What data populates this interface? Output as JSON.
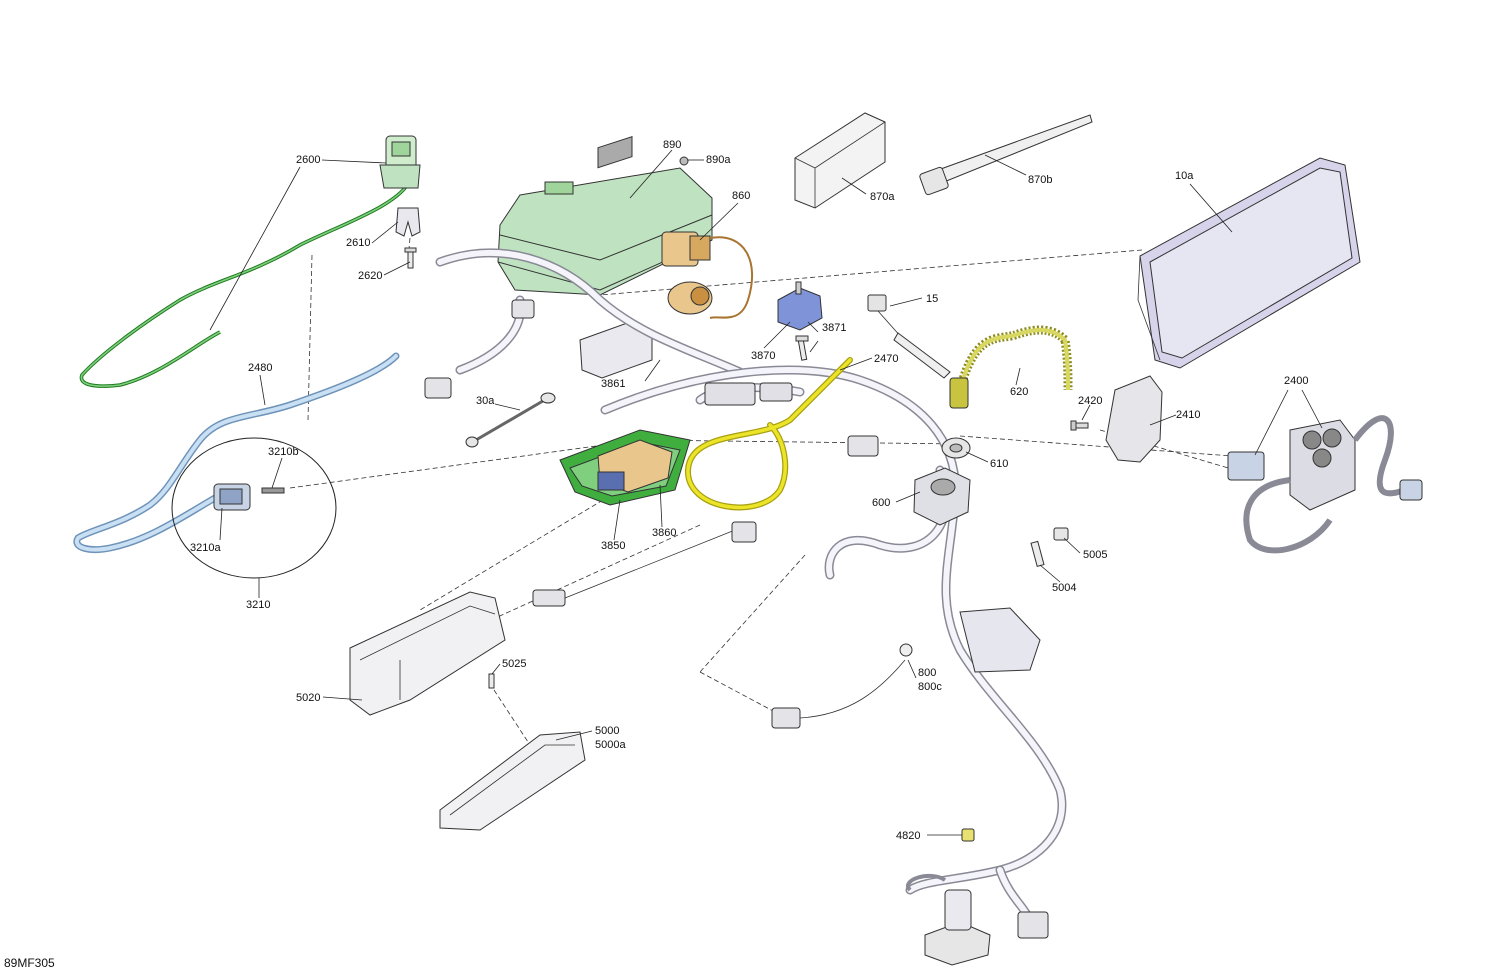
{
  "footer": {
    "code": "89MF305"
  },
  "labels": {
    "l2600": "2600",
    "l2610": "2610",
    "l2620": "2620",
    "l2480": "2480",
    "l3210b": "3210b",
    "l3210a": "3210a",
    "l3210": "3210",
    "l890": "890",
    "l890a": "890a",
    "l860": "860",
    "l870a": "870a",
    "l870b": "870b",
    "l10a": "10a",
    "l15": "15",
    "l3871": "3871",
    "l3870": "3870",
    "l3861": "3861",
    "l2470": "2470",
    "l30a": "30a",
    "l620": "620",
    "l2420": "2420",
    "l2410": "2410",
    "l2400": "2400",
    "l610": "610",
    "l600": "600",
    "l3850": "3850",
    "l3860": "3860",
    "l5005": "5005",
    "l5004": "5004",
    "l5025": "5025",
    "l5020": "5020",
    "l5000": "5000",
    "l5000a": "5000a",
    "l800": "800",
    "l800c": "800c",
    "l4820": "4820"
  },
  "colors": {
    "green_module": "#bfe3c0",
    "green_wire": "#3aa83a",
    "blue_wire": "#b8d4ee",
    "yellow_wire": "#e8e020",
    "tan_part": "#e8c68c",
    "blue_part": "#7f93d8",
    "display_screen": "#e6e6f2"
  }
}
